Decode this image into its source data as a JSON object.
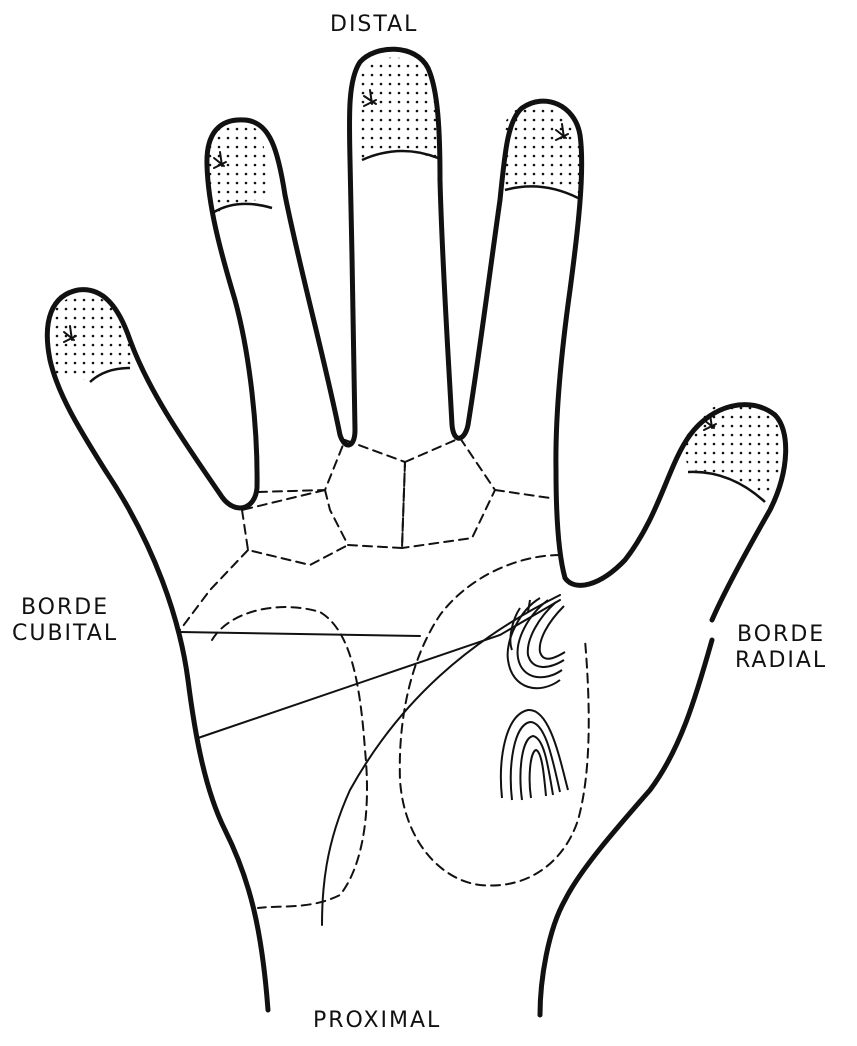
{
  "labels": {
    "top": "DISTAL",
    "bottom": "PROXIMAL",
    "left_line1": "BORDE",
    "left_line2": "CUBITAL",
    "right_line1": "BORDE",
    "right_line2": "RADIAL"
  },
  "colors": {
    "ink": "#111111",
    "background": "#ffffff"
  }
}
